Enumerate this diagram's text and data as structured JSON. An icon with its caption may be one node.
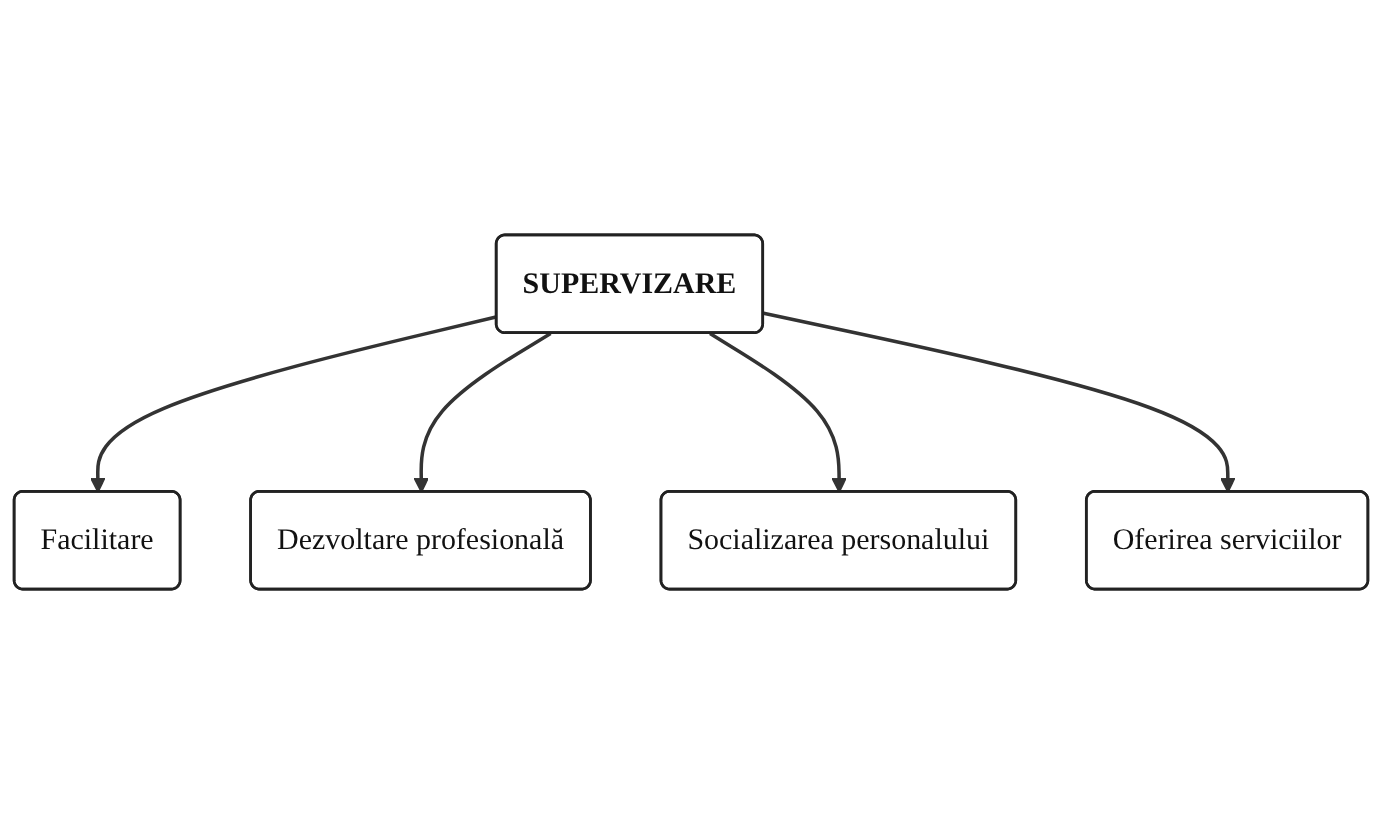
{
  "diagram": {
    "nodes": [
      {
        "text": [
          "Facilitare"
        ]
      },
      {
        "text": [
          "Dezvoltare profesională"
        ]
      },
      {
        "text": [
          "SUPERVIZARE"
        ]
      },
      {
        "text": [
          "Socializarea personalului"
        ]
      },
      {
        "text": [
          "Oferirea serviciilor"
        ]
      }
    ],
    "edges": [
      {
        "from": 2,
        "to": 0,
        "arrow": "to"
      },
      {
        "from": 2,
        "to": 1,
        "arrow": "to"
      },
      {
        "from": 2,
        "to": 3,
        "arrow": "to"
      },
      {
        "from": 2,
        "to": 4,
        "arrow": "to"
      }
    ]
  }
}
